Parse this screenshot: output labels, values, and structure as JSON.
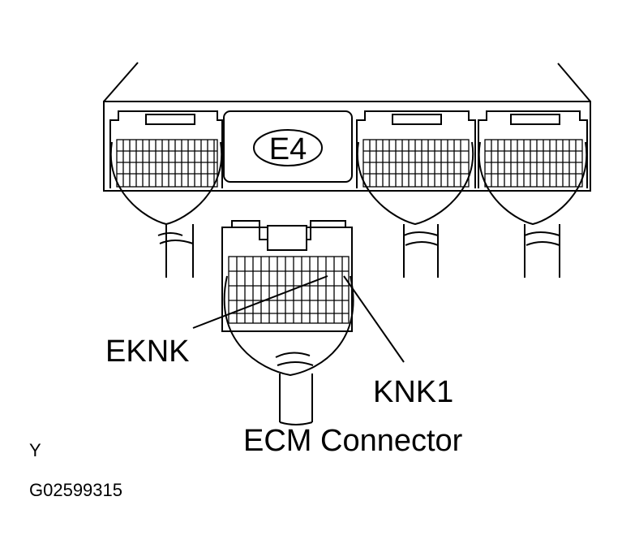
{
  "diagram": {
    "ecm_badge": "E4",
    "callouts": {
      "eknk": "EKNK",
      "knk1": "KNK1"
    },
    "caption": "ECM Connector",
    "corner_mark": "Y",
    "figure_code": "G02599315"
  }
}
